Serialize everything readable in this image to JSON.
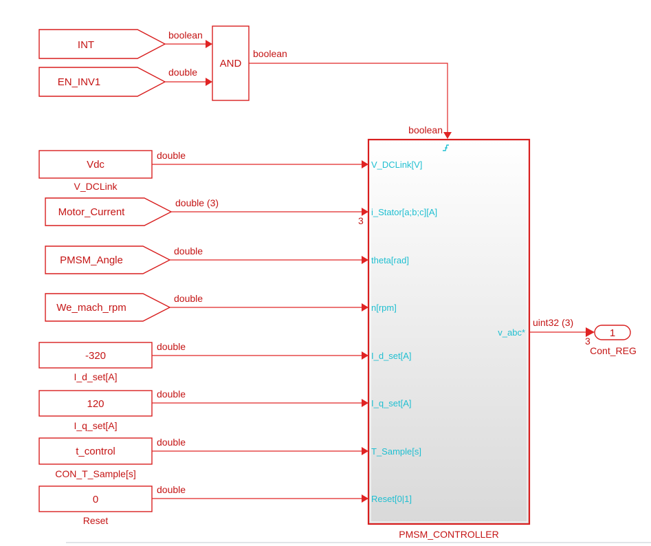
{
  "colors": {
    "block": "#d81e1e",
    "line": "#e02424",
    "port_text": "#1fbfd1",
    "label": "#c41414"
  },
  "goto_blocks": [
    {
      "id": "int",
      "label": "INT",
      "signal": "boolean"
    },
    {
      "id": "en_inv1",
      "label": "EN_INV1",
      "signal": "double"
    }
  ],
  "and_block": {
    "label": "AND",
    "output_signal": "boolean"
  },
  "trigger": {
    "signal": "boolean",
    "icon": "trigger-edge-icon"
  },
  "inputs": [
    {
      "id": "vdc",
      "label": "Vdc",
      "caption": "V_DCLink",
      "signal": "double",
      "port": "V_DCLink[V]",
      "kind": "constant"
    },
    {
      "id": "motor_current",
      "label": "Motor_Current",
      "caption": "",
      "signal": "double (3)",
      "port": "i_Stator[a;b;c][A]",
      "kind": "from",
      "dim": "3"
    },
    {
      "id": "pmsm_angle",
      "label": "PMSM_Angle",
      "caption": "",
      "signal": "double",
      "port": "theta[rad]",
      "kind": "from"
    },
    {
      "id": "we_mach_rpm",
      "label": "We_mach_rpm",
      "caption": "",
      "signal": "double",
      "port": "n[rpm]",
      "kind": "from"
    },
    {
      "id": "i_d_set",
      "label": "-320",
      "caption": "I_d_set[A]",
      "signal": "double",
      "port": "I_d_set[A]",
      "kind": "constant"
    },
    {
      "id": "i_q_set",
      "label": "120",
      "caption": "I_q_set[A]",
      "signal": "double",
      "port": "I_q_set[A]",
      "kind": "constant"
    },
    {
      "id": "t_control",
      "label": "t_control",
      "caption": "CON_T_Sample[s]",
      "signal": "double",
      "port": "T_Sample[s]",
      "kind": "constant"
    },
    {
      "id": "reset",
      "label": "0",
      "caption": "Reset",
      "signal": "double",
      "port": "Reset[0|1]",
      "kind": "constant"
    }
  ],
  "controller": {
    "name": "PMSM_CONTROLLER",
    "output_port": "v_abc*"
  },
  "output": {
    "signal": "uint32 (3)",
    "dim": "3",
    "port_number": "1",
    "name": "Cont_REG"
  }
}
